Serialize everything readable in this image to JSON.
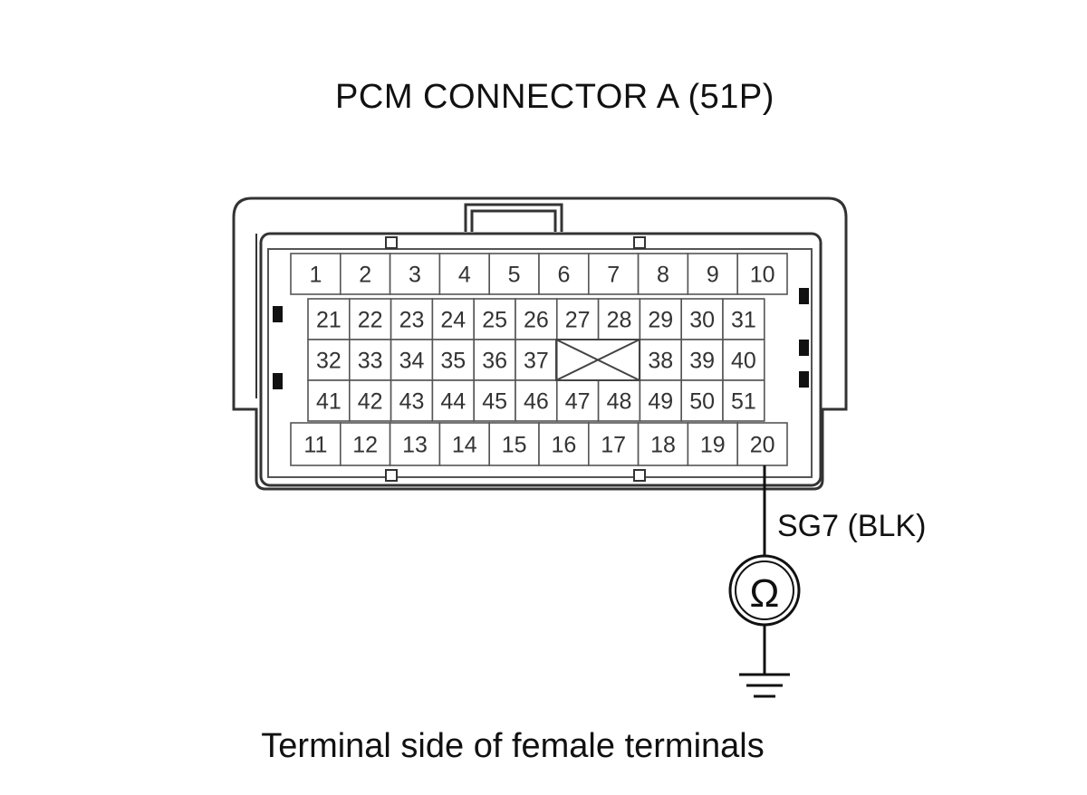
{
  "title": "PCM CONNECTOR A (51P)",
  "caption": "Terminal side of female terminals",
  "wire_label": "SG7 (BLK)",
  "meter_symbol": "Ω",
  "connector": {
    "top_row": [
      "1",
      "2",
      "3",
      "4",
      "5",
      "6",
      "7",
      "8",
      "9",
      "10"
    ],
    "inner_row_1": [
      "21",
      "22",
      "23",
      "24",
      "25",
      "26",
      "27",
      "28",
      "29",
      "30",
      "31"
    ],
    "inner_row_2_left": [
      "32",
      "33",
      "34",
      "35",
      "36",
      "37"
    ],
    "inner_row_2_right": [
      "38",
      "39",
      "40"
    ],
    "inner_row_3": [
      "41",
      "42",
      "43",
      "44",
      "45",
      "46",
      "47",
      "48",
      "49",
      "50",
      "51"
    ],
    "bottom_row": [
      "11",
      "12",
      "13",
      "14",
      "15",
      "16",
      "17",
      "18",
      "19",
      "20"
    ],
    "probed_terminal": "20"
  },
  "icons": [
    "ohmmeter-icon",
    "ground-icon",
    "empty-cavity-icon"
  ]
}
